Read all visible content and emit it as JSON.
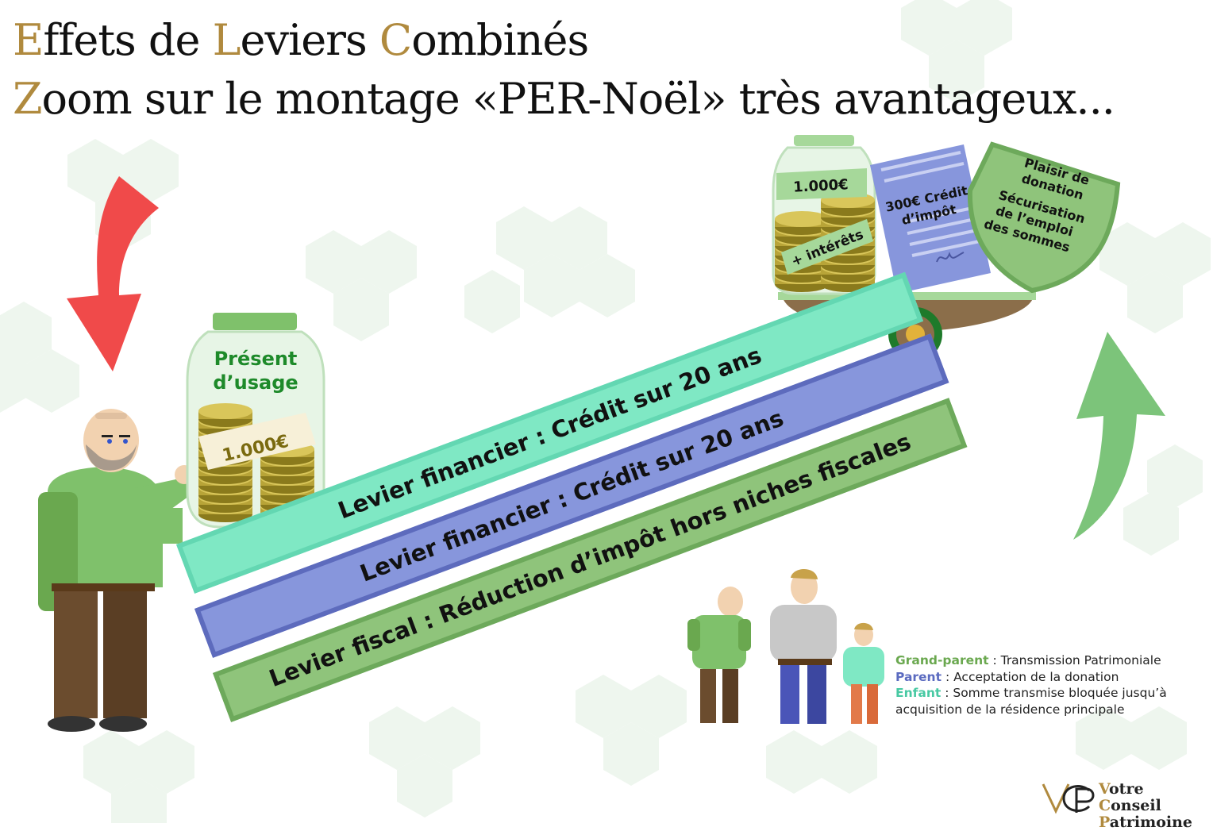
{
  "title": {
    "line1": [
      {
        "cap": "E",
        "rest": "ffets de "
      },
      {
        "cap": "L",
        "rest": "eviers "
      },
      {
        "cap": "C",
        "rest": "ombinés"
      }
    ],
    "line2": [
      {
        "cap": "Z",
        "rest": "oom sur le montage «PER-Noël» très avantageux..."
      }
    ]
  },
  "levers": [
    "Levier financier : Crédit sur 20 ans",
    "Levier financier : Crédit sur 20 ans",
    "Levier fiscal : Réduction d’impôt hors niches fiscales"
  ],
  "jar_left": {
    "label_line1": "Présent",
    "label_line2": "d’usage",
    "amount": "1.000€"
  },
  "jar_top": {
    "amount": "1.000€",
    "interest": "+ intérêts"
  },
  "document": {
    "line1": "300€ Crédit",
    "line2": "d’impôt"
  },
  "shield": {
    "lines": [
      "Plaisir de",
      "donation",
      "Sécurisation",
      "de l’emploi",
      "des sommes"
    ]
  },
  "legend": [
    {
      "key": "Grand-parent",
      "text": " : Transmission Patrimoniale"
    },
    {
      "key": "Parent",
      "text": " : Acceptation de la donation"
    },
    {
      "key": "Enfant",
      "text": " : Somme transmise bloquée jusqu’à"
    },
    {
      "key": "",
      "text": "acquisition de la résidence principale"
    }
  ],
  "logo": {
    "monogram": "VCP",
    "line1_caps": [
      "V",
      "C"
    ],
    "line1": [
      "otre ",
      "onseil"
    ],
    "line2_cap": "P",
    "line2": "atrimoine"
  },
  "colors": {
    "gold": "#b08a3e",
    "arrow_down": "#f04a4a",
    "arrow_up": "#7cc47a",
    "lever_financier_1": "#7fe8c4",
    "lever_financier_2": "#8796dc",
    "lever_fiscal": "#8fc47b",
    "hexagon": "#eef6ee"
  }
}
